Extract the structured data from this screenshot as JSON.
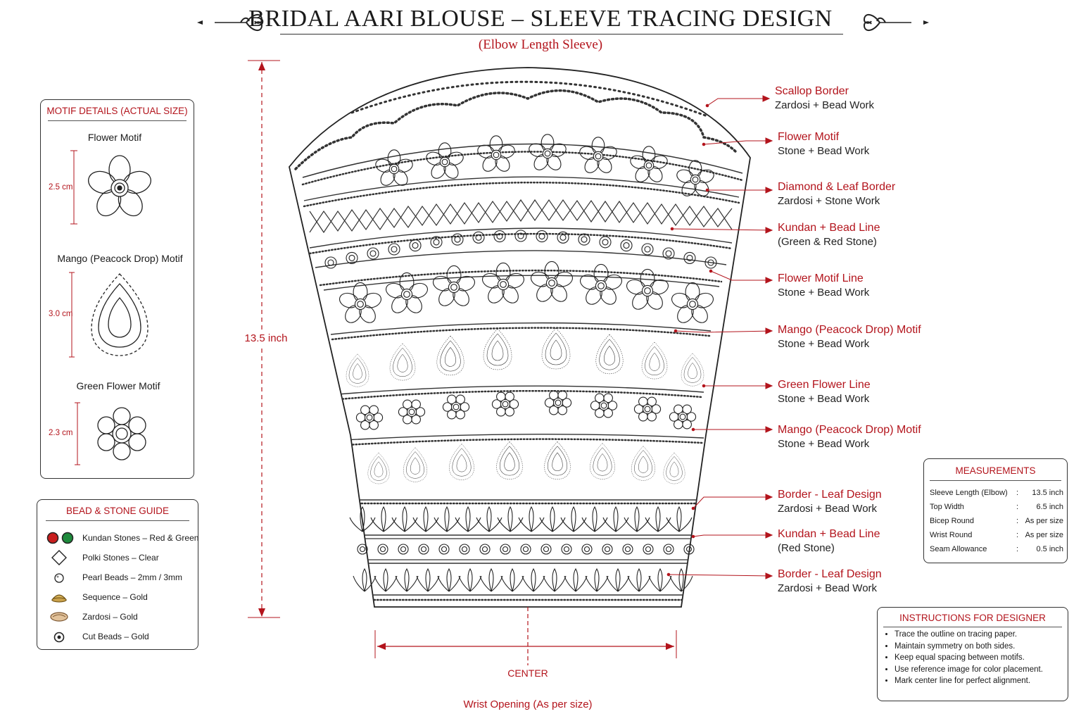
{
  "header": {
    "title": "BRIDAL AARI BLOUSE – SLEEVE TRACING DESIGN",
    "subtitle": "(Elbow Length Sleeve)"
  },
  "motif_panel": {
    "title": "MOTIF DETAILS (ACTUAL SIZE)",
    "motifs": [
      {
        "name": "Flower Motif",
        "size": "2.5 cm"
      },
      {
        "name": "Mango (Peacock Drop) Motif",
        "size": "3.0 cm"
      },
      {
        "name": "Green Flower Motif",
        "size": "2.3 cm"
      }
    ]
  },
  "bead_guide": {
    "title": "BEAD & STONE GUIDE",
    "items": [
      {
        "label": "Kundan Stones – Red & Green",
        "icon": "kundan-stones-icon"
      },
      {
        "label": "Polki Stones – Clear",
        "icon": "polki-stone-icon"
      },
      {
        "label": "Pearl Beads – 2mm / 3mm",
        "icon": "pearl-bead-icon"
      },
      {
        "label": "Sequence – Gold",
        "icon": "sequence-icon"
      },
      {
        "label": "Zardosi – Gold",
        "icon": "zardosi-icon"
      },
      {
        "label": "Cut Beads – Gold",
        "icon": "cut-bead-icon"
      }
    ]
  },
  "sleeve": {
    "length_label": "13.5 inch",
    "center_label": "CENTER",
    "wrist_label": "Wrist Opening (As per size)"
  },
  "callouts": [
    {
      "title": "Scallop Border",
      "sub": "Zardosi + Bead Work"
    },
    {
      "title": "Flower Motif",
      "sub": "Stone + Bead Work"
    },
    {
      "title": "Diamond & Leaf Border",
      "sub": "Zardosi + Stone Work"
    },
    {
      "title": "Kundan + Bead Line",
      "sub": "(Green & Red Stone)"
    },
    {
      "title": "Flower Motif Line",
      "sub": "Stone + Bead Work"
    },
    {
      "title": "Mango (Peacock Drop) Motif",
      "sub": "Stone + Bead Work"
    },
    {
      "title": "Green Flower Line",
      "sub": "Stone + Bead Work"
    },
    {
      "title": "Mango (Peacock Drop) Motif",
      "sub": "Stone + Bead Work"
    },
    {
      "title": "Border - Leaf Design",
      "sub": "Zardosi + Bead Work"
    },
    {
      "title": "Kundan + Bead Line",
      "sub": "(Red Stone)"
    },
    {
      "title": "Border - Leaf Design",
      "sub": "Zardosi + Bead Work"
    }
  ],
  "measurements": {
    "title": "MEASUREMENTS",
    "rows": [
      {
        "key": "Sleeve Length (Elbow)",
        "sep": ":",
        "value": "13.5 inch"
      },
      {
        "key": "Top Width",
        "sep": ":",
        "value": "6.5 inch"
      },
      {
        "key": "Bicep Round",
        "sep": ":",
        "value": "As per size"
      },
      {
        "key": "Wrist Round",
        "sep": ":",
        "value": "As per size"
      },
      {
        "key": "Seam Allowance",
        "sep": ":",
        "value": "0.5 inch"
      }
    ]
  },
  "instructions": {
    "title": "INSTRUCTIONS FOR DESIGNER",
    "items": [
      "Trace the outline on tracing paper.",
      "Maintain symmetry on both sides.",
      "Keep equal spacing between motifs.",
      "Use reference image for color placement.",
      "Mark center line for perfect alignment."
    ]
  },
  "colors": {
    "accent": "#b3141c",
    "line": "#222222",
    "kundan_red": "#c81e1e",
    "kundan_green": "#1e8a3c"
  }
}
